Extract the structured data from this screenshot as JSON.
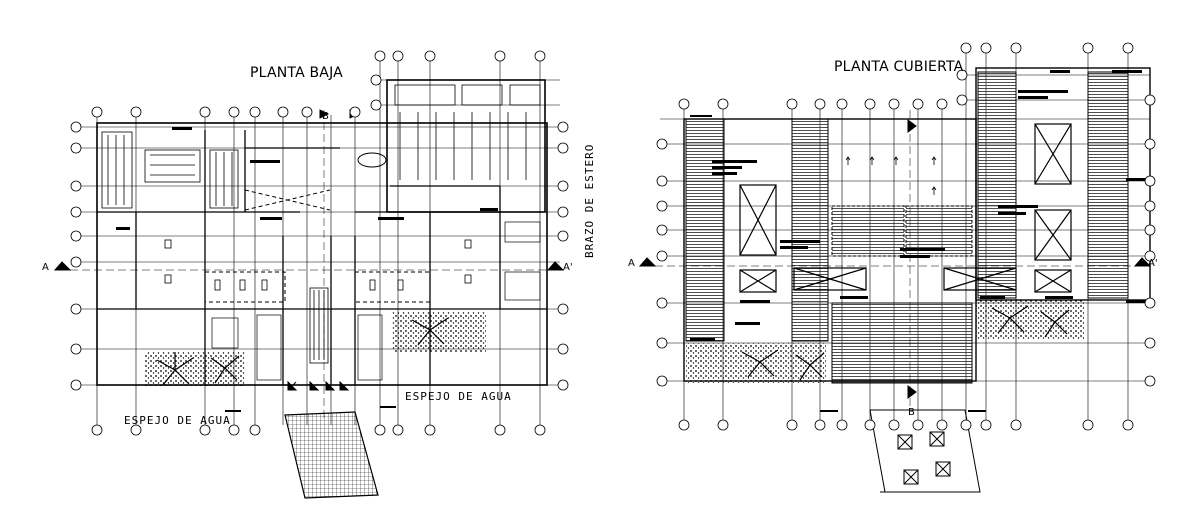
{
  "drawing": {
    "ground_floor": {
      "title": "PLANTA BAJA",
      "water_mirror_left": "ESPEJO DE AGUA",
      "water_mirror_right": "ESPEJO DE AGUA",
      "side_note": "BRAZO DE ESTERO",
      "section_a_left": "A",
      "section_a_right": "A'",
      "section_b_top": "B"
    },
    "roof_plan": {
      "title": "PLANTA CUBIERTA",
      "section_a_left": "A",
      "section_a_right": "A'",
      "section_b_bottom": "B"
    }
  },
  "colors": {
    "ink": "#000000",
    "paper": "#ffffff",
    "hatch": "#333333"
  }
}
